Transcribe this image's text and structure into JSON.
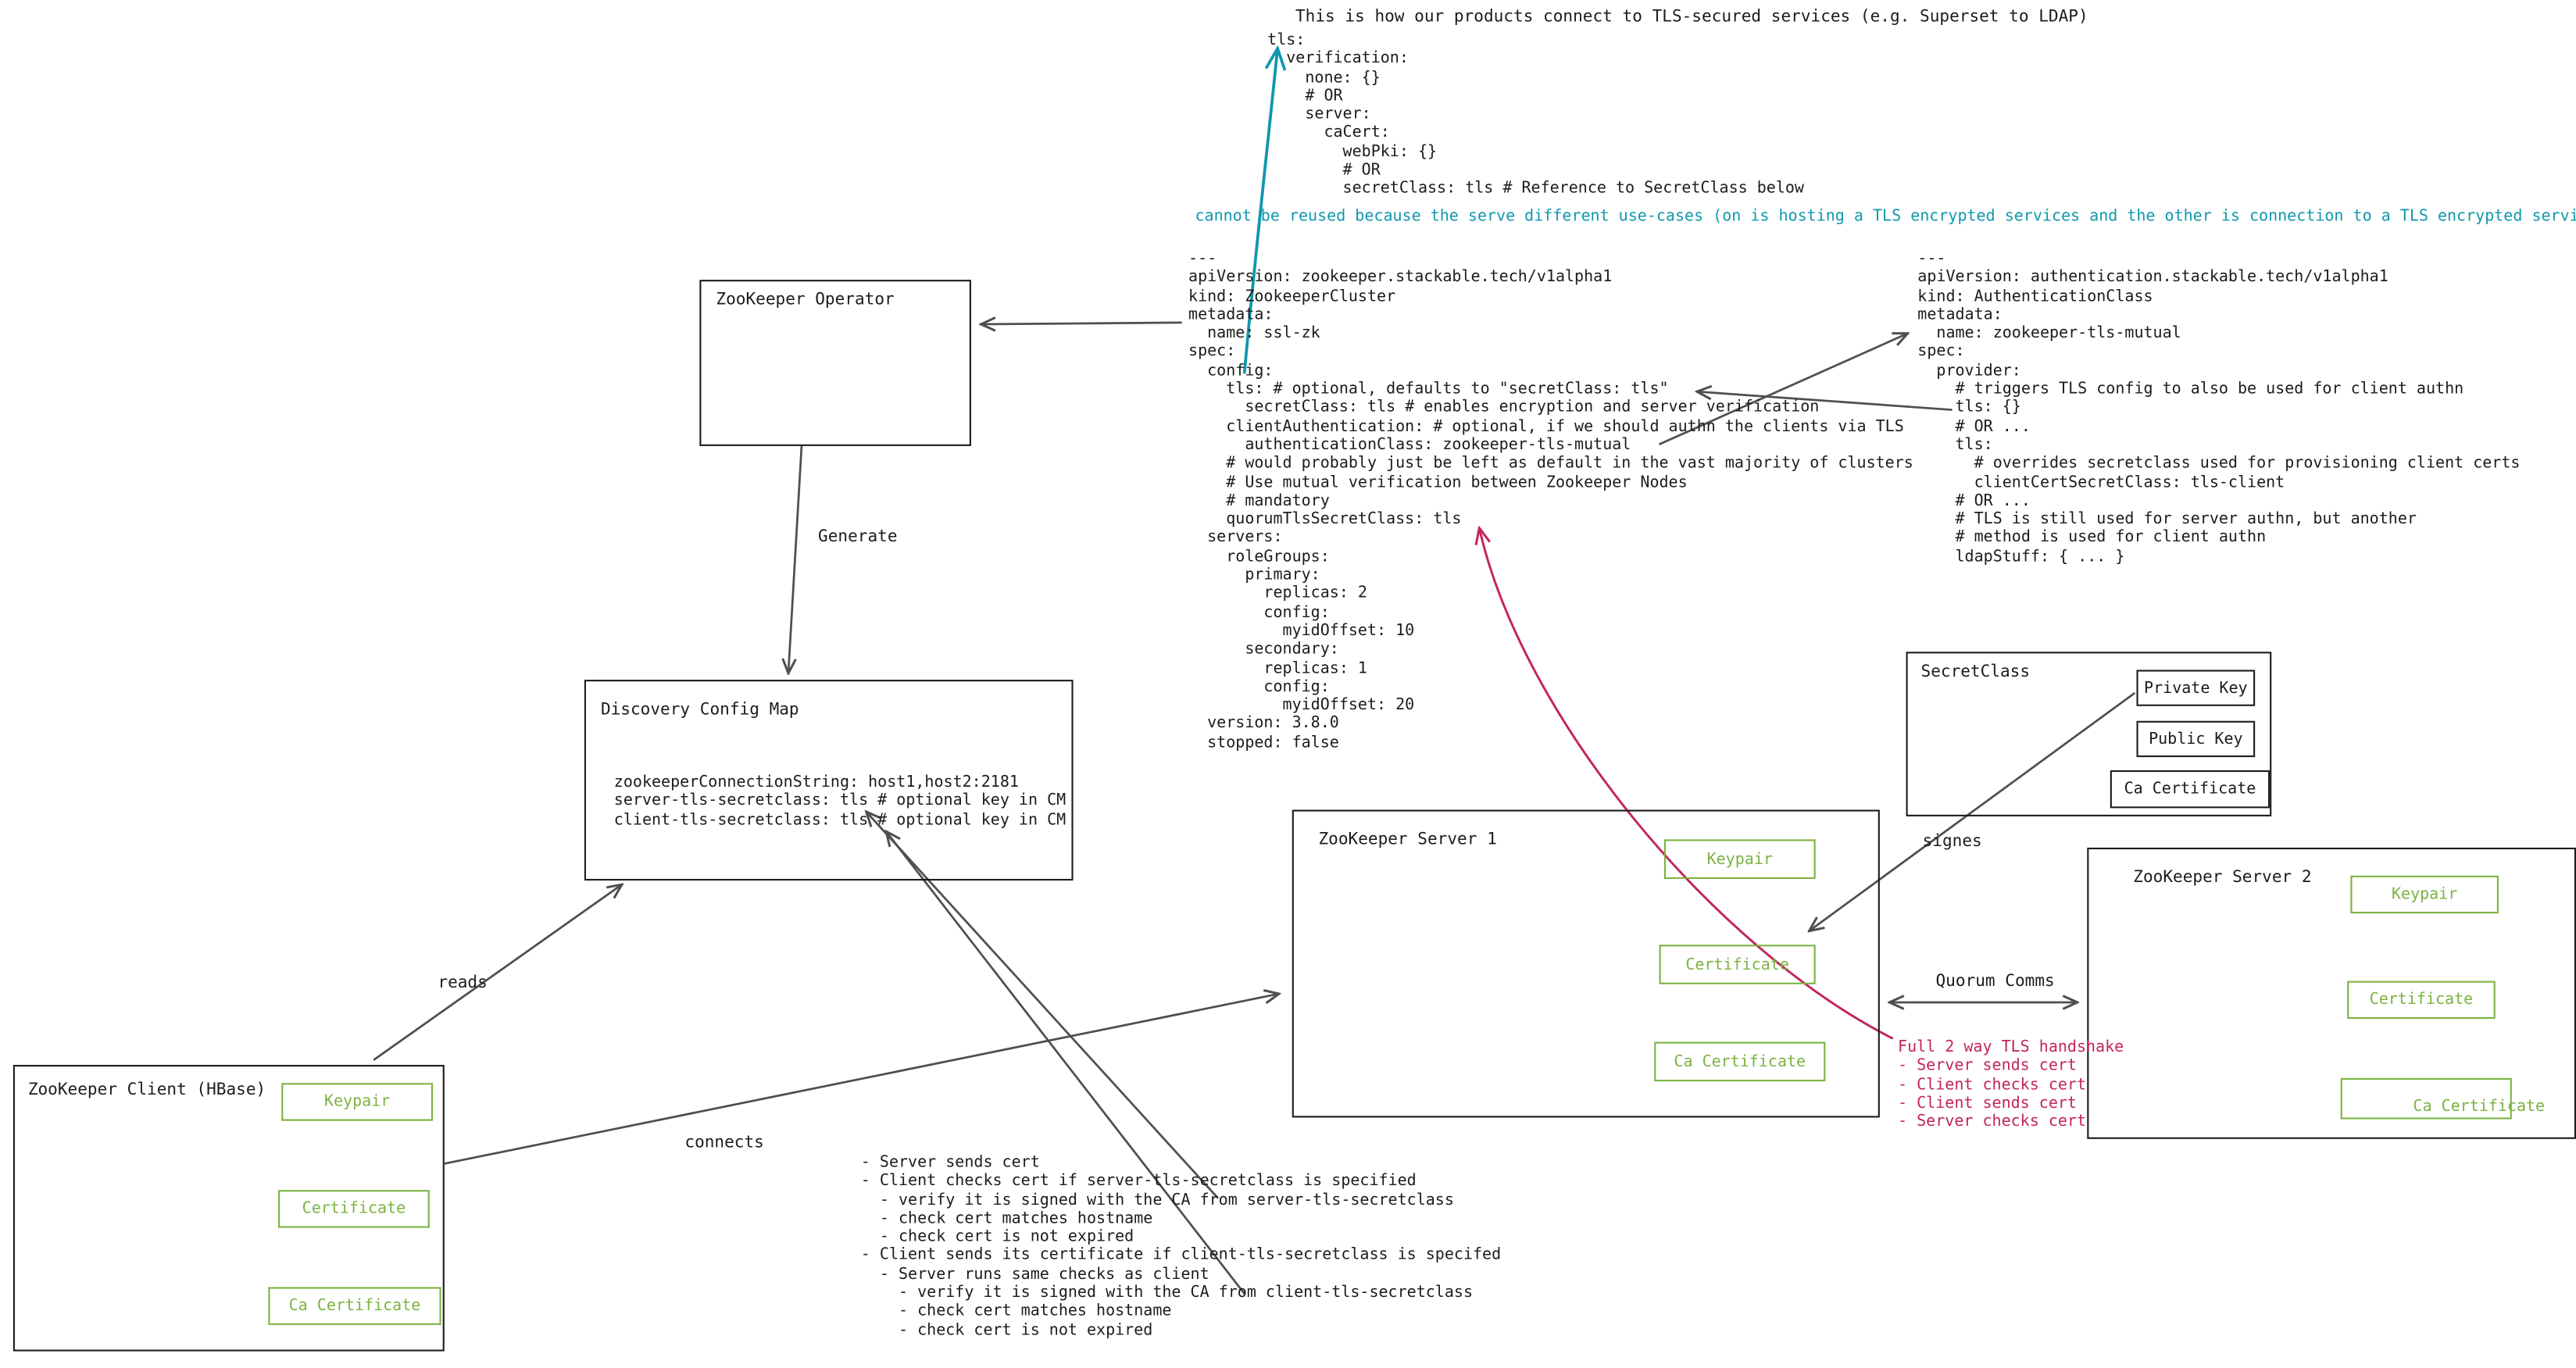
{
  "colors": {
    "ink": "#1c1c1c",
    "line": "#4f4f4f",
    "teal": "#1098ad",
    "red": "#c2255c",
    "green": "#7cb342",
    "bg": "#ffffff"
  },
  "top": {
    "title": "This is how our products connect to TLS-secured services (e.g. Superset to LDAP)",
    "yaml": [
      "tls:",
      "  verification:",
      "    none: {}",
      "    # OR",
      "    server:",
      "      caCert:",
      "        webPki: {}",
      "        # OR",
      "        secretClass: tls # Reference to SecretClass below"
    ],
    "teal_note": "cannot be reused because the serve different use-cases (on is hosting a TLS encrypted services and the other is connection to a TLS encrypted service)"
  },
  "yaml": {
    "zookeeper_cluster": [
      "---",
      "apiVersion: zookeeper.stackable.tech/v1alpha1",
      "kind: ZookeeperCluster",
      "metadata:",
      "  name: ssl-zk",
      "spec:",
      "  config:",
      "    tls: # optional, defaults to \"secretClass: tls\"",
      "      secretClass: tls # enables encryption and server verification",
      "    clientAuthentication: # optional, if we should authn the clients via TLS",
      "      authenticationClass: zookeeper-tls-mutual",
      "    # would probably just be left as default in the vast majority of clusters",
      "    # Use mutual verification between Zookeeper Nodes",
      "    # mandatory",
      "    quorumTlsSecretClass: tls",
      "  servers:",
      "    roleGroups:",
      "      primary:",
      "        replicas: 2",
      "        config:",
      "          myidOffset: 10",
      "      secondary:",
      "        replicas: 1",
      "        config:",
      "          myidOffset: 20",
      "  version: 3.8.0",
      "  stopped: false"
    ],
    "authentication_class": [
      "---",
      "apiVersion: authentication.stackable.tech/v1alpha1",
      "kind: AuthenticationClass",
      "metadata:",
      "  name: zookeeper-tls-mutual",
      "spec:",
      "  provider:",
      "    # triggers TLS config to also be used for client authn",
      "    tls: {}",
      "    # OR ...",
      "    tls:",
      "      # overrides secretclass used for provisioning client certs",
      "      clientCertSecretClass: tls-client",
      "    # OR ...",
      "    # TLS is still used for server authn, but another",
      "    # method is used for client authn",
      "    ldapStuff: { ... }"
    ]
  },
  "boxes": {
    "operator": {
      "title": "ZooKeeper Operator"
    },
    "discovery_cm": {
      "title": "Discovery Config Map",
      "lines": [
        "zookeeperConnectionString: host1,host2:2181",
        "server-tls-secretclass: tls # optional key in CM",
        "client-tls-secretclass: tls # optional key in CM"
      ]
    },
    "secret_class": {
      "title": "SecretClass",
      "items": [
        "Private Key",
        "Public Key",
        "Ca Certificate"
      ]
    },
    "server1": {
      "title": "ZooKeeper Server 1",
      "items": [
        "Keypair",
        "Certificate",
        "Ca Certificate"
      ]
    },
    "server2": {
      "title": "ZooKeeper Server 2",
      "items": [
        "Keypair",
        "Certificate",
        "Ca Certificate"
      ]
    },
    "client": {
      "title": "ZooKeeper Client (HBase)",
      "items": [
        "Keypair",
        "Certificate",
        "Ca Certificate"
      ]
    }
  },
  "edge_labels": {
    "generate": "Generate",
    "reads": "reads",
    "connects": "connects",
    "signes": "signes",
    "quorum": "Quorum Comms"
  },
  "notes": {
    "handshake": [
      "Full 2 way TLS handshake",
      "- Server sends cert",
      "- Client checks cert",
      "- Client sends cert",
      "- Server checks cert"
    ],
    "checks": [
      "- Server sends cert",
      "- Client checks cert if server-tls-secretclass is specified",
      "  - verify it is signed with the CA from server-tls-secretclass",
      "  - check cert matches hostname",
      "  - check cert is not expired",
      "- Client sends its certificate if client-tls-secretclass is specifed",
      "  - Server runs same checks as client",
      "    - verify it is signed with the CA from client-tls-secretclass",
      "    - check cert matches hostname",
      "    - check cert is not expired"
    ]
  }
}
